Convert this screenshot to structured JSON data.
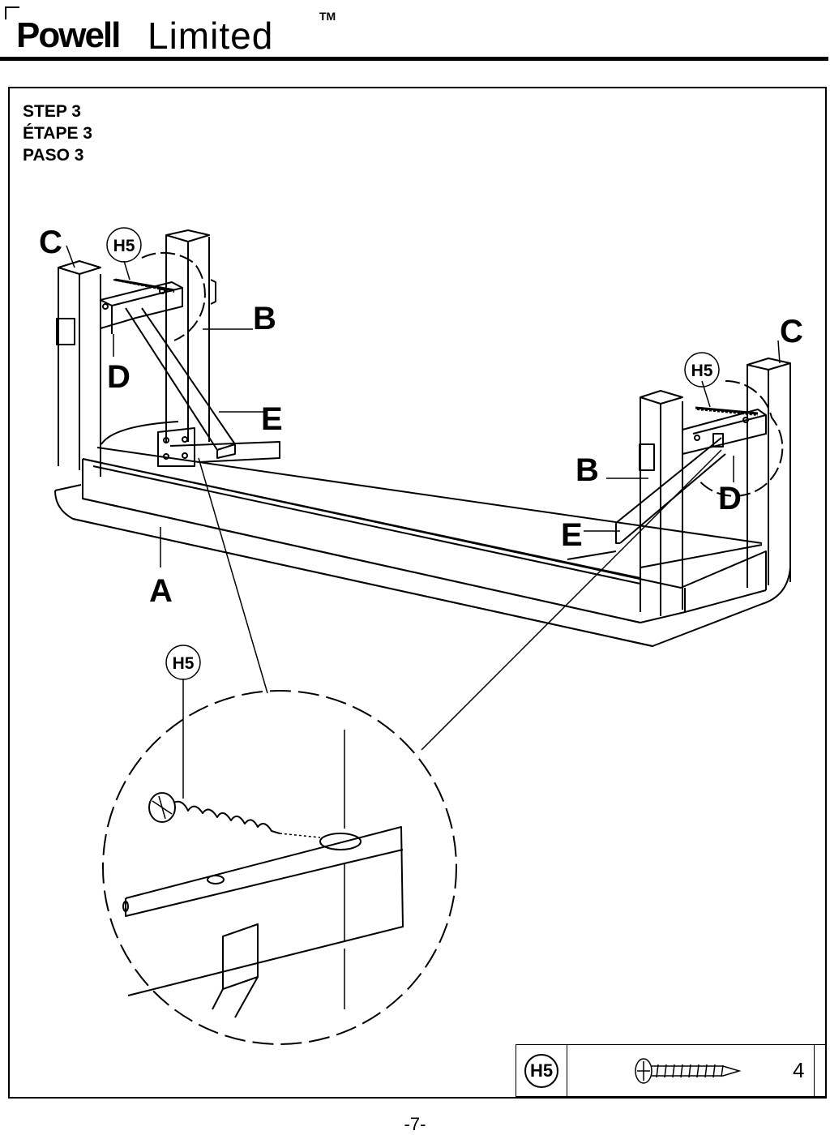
{
  "brand": {
    "bold": "Powell",
    "light": "Limited",
    "tm": "TM"
  },
  "step": {
    "en": "STEP 3",
    "fr": "ÉTAPE 3",
    "es": "PASO 3"
  },
  "labels": {
    "a": "A",
    "b_left": "B",
    "b_right": "B",
    "c_left": "C",
    "c_right": "C",
    "d_left": "D",
    "d_right": "D",
    "e_left": "E",
    "e_right": "E"
  },
  "hardware": {
    "callout_left": "H5",
    "callout_right": "H5",
    "callout_detail": "H5"
  },
  "parts_table": {
    "part": "H5",
    "quantity": "4"
  },
  "page_number": "-7-",
  "icons": {
    "screw": "screw-icon"
  }
}
